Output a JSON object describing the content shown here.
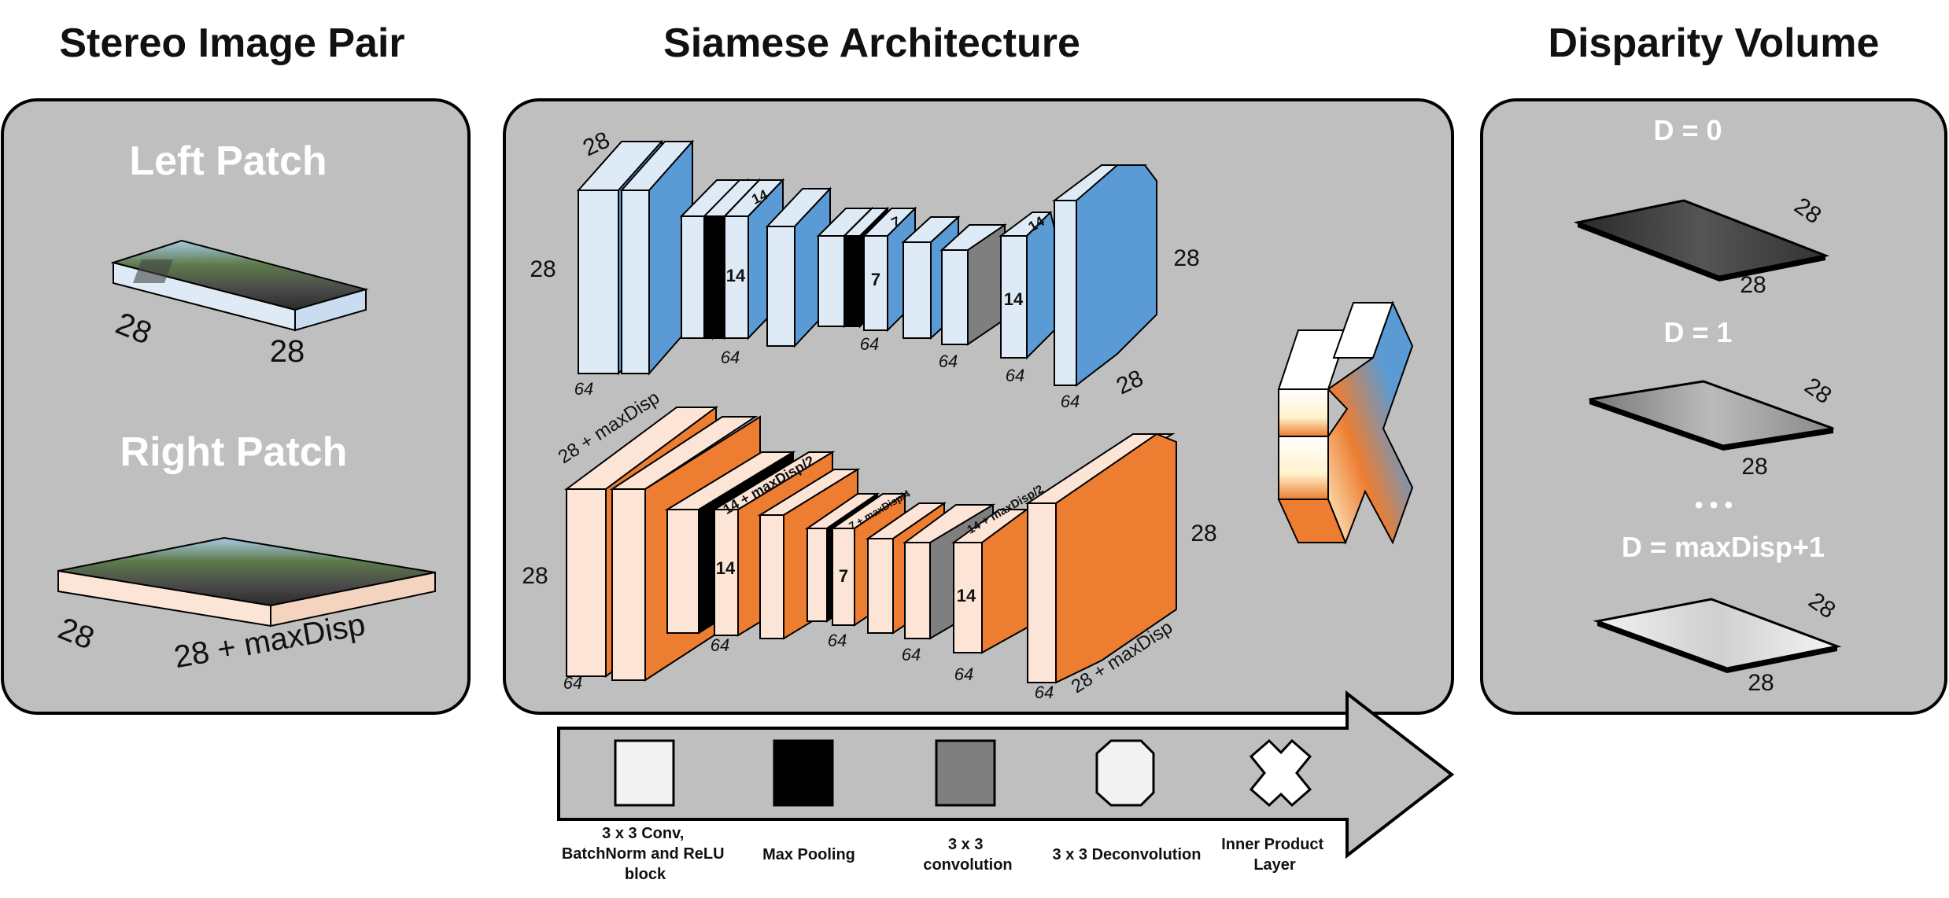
{
  "headings": {
    "stereo": "Stereo Image Pair",
    "siamese": "Siamese Architecture",
    "disparity": "Disparity Volume"
  },
  "stereo_panel": {
    "left_title": "Left Patch",
    "left_w": "28",
    "left_h": "28",
    "right_title": "Right Patch",
    "right_w": "28 + maxDisp",
    "right_h": "28"
  },
  "network": {
    "top": {
      "depth_first": "28",
      "height_left": "28",
      "height_right": "28",
      "depth_last": "28",
      "inner_dims": [
        "14",
        "14",
        "7",
        "7",
        "14",
        "14"
      ],
      "channels": [
        "64",
        "64",
        "64",
        "64",
        "64",
        "64"
      ]
    },
    "bottom": {
      "depth_first": "28 + maxDisp",
      "height_left": "28",
      "height_right": "28",
      "depth_last": "28 + maxDisp",
      "inner_dims": [
        "14 + maxDisp/2",
        "14",
        "7 + maxDisp/4",
        "7",
        "14 + maxDisp/2",
        "14"
      ],
      "channels": [
        "64",
        "64",
        "64",
        "64",
        "64",
        "64"
      ]
    },
    "colors": {
      "top_face": "#5b9bd5",
      "top_light": "#deebf7",
      "bottom_face": "#ed7d31",
      "bottom_light": "#fce4d6",
      "pool": "#000000",
      "conv": "#7f7f7f"
    }
  },
  "disparity_panel": {
    "d0": "D = 0",
    "d1": "D = 1",
    "dots": "• • •",
    "dmax": "D = maxDisp+1",
    "dim": "28"
  },
  "legend": [
    {
      "label": "3 x 3 Conv,\nBatchNorm and ReLU\nblock",
      "shape": "square-light"
    },
    {
      "label": "Max Pooling",
      "shape": "square-black"
    },
    {
      "label": "3 x 3\nconvolution",
      "shape": "square-gray"
    },
    {
      "label": "3 x 3 Deconvolution",
      "shape": "octagon"
    },
    {
      "label": "Inner Product\nLayer",
      "shape": "cross-icon"
    }
  ]
}
